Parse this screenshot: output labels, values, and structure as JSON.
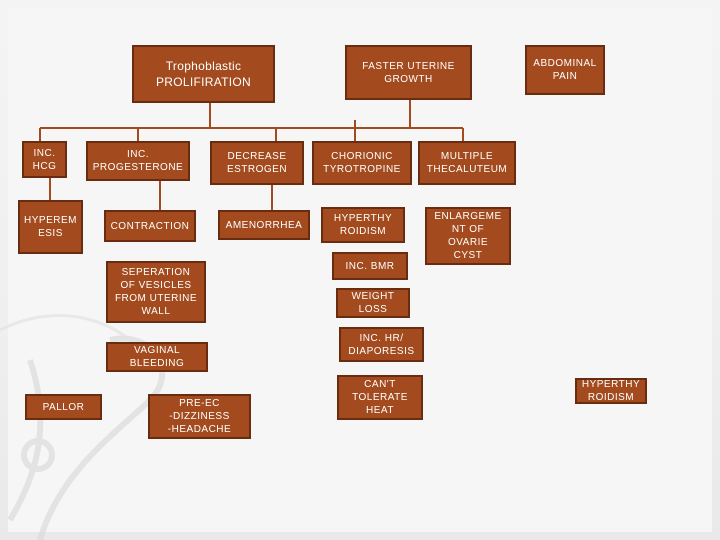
{
  "diagram": {
    "root": {
      "label": "Trophoblastic\nPROLIFIRATION"
    },
    "top": {
      "uterine_growth": "FASTER UTERINE\nGROWTH",
      "abdominal_pain": "ABDOMINAL\nPAIN"
    },
    "row1": {
      "inc_hcg": "INC.\nHCG",
      "inc_progesterone": "INC.\nPROGESTERONE",
      "decrease_estrogen": "DECREASE\nESTROGEN",
      "chorionic": "CHORIONIC\nTYROTROPINE",
      "multiple": "MULTIPLE\nTHECALUTEUM"
    },
    "row2": {
      "hyperemesis": "HYPEREM\nESIS",
      "contraction": "CONTRACTION",
      "amenorrhea": "AMENORRHEA",
      "hyperthyroidism": "HYPERTHY\nROIDISM",
      "enlargement": "ENLARGEME\nNT OF\nOVARIE\nCYST"
    },
    "chain": {
      "separation": "SEPERATION\nOF VESICLES\nFROM UTERINE\nWALL",
      "vaginal_bleeding": "VAGINAL\nBLEEDING",
      "pallor": "PALLOR",
      "pre_ec": "PRE-EC\n-DIZZINESS\n-HEADACHE",
      "inc_bmr": "INC. BMR",
      "weight_loss": "WEIGHT\nLOSS",
      "inc_hr": "INC. HR/\nDIAPORESIS",
      "cant_tolerate": "CAN'T\nTOLERATE\nHEAT",
      "hyperthyroidism_right": "HYPERTHY\nROIDISM"
    }
  },
  "colors": {
    "node_fill": "#a34b1e",
    "node_border": "#6a2c10",
    "connector": "#a34b1e",
    "background": "#f6f6f6"
  }
}
